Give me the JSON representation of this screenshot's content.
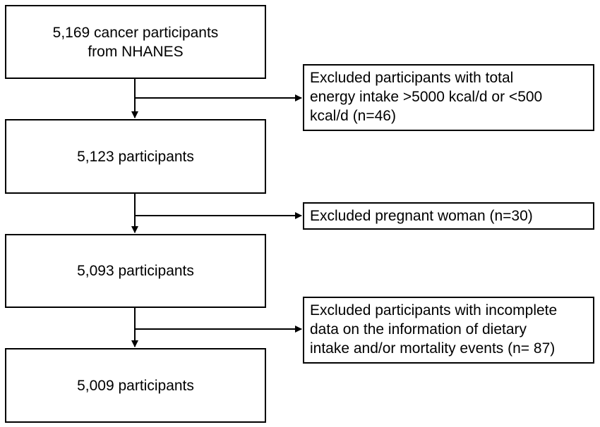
{
  "main_boxes": [
    {
      "lines": [
        "5,169 cancer participants",
        "from NHANES"
      ]
    },
    {
      "lines": [
        "5,123 participants"
      ]
    },
    {
      "lines": [
        "5,093 participants"
      ]
    },
    {
      "lines": [
        "5,009 participants"
      ]
    }
  ],
  "exclusion_boxes": [
    {
      "lines": [
        "Excluded participants with total",
        "energy intake >5000 kcal/d or <500",
        "kcal/d (n=46)"
      ]
    },
    {
      "lines": [
        "Excluded pregnant woman (n=30)"
      ]
    },
    {
      "lines": [
        "Excluded participants with incomplete",
        "data on the information of dietary",
        "intake and/or mortality events (n= 87)"
      ]
    }
  ]
}
